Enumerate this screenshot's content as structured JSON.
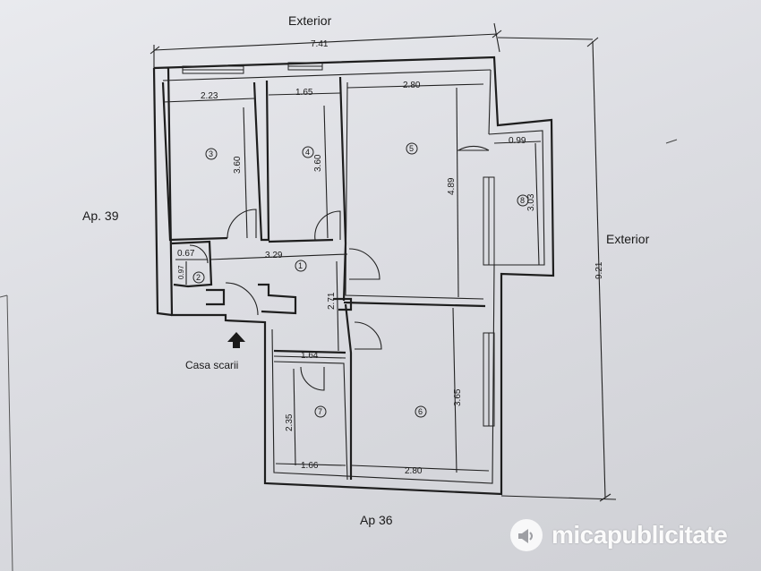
{
  "labels": {
    "exterior_top": "Exterior",
    "exterior_right": "Exterior",
    "ap_left": "Ap. 39",
    "ap_bottom": "Ap 36",
    "stairs": "Casa scarii"
  },
  "dimensions": {
    "total_width": "7.41",
    "total_height": "9.21",
    "room3_width": "2.23",
    "room3_height": "3.60",
    "room4_width": "1.65",
    "room4_height": "3.60",
    "room5_width": "2.80",
    "room5_height": "4.89",
    "room8_width": "0.99",
    "room8_height": "3.03",
    "room2_width": "0.67",
    "room2_height": "0.97",
    "hall_width": "3.29",
    "hall_height": "2.71",
    "room7_width_top": "1.64",
    "room7_width_bottom": "1.66",
    "room7_height": "2.35",
    "room6_width": "2.80",
    "room6_height": "3.65"
  },
  "rooms": {
    "r1": "1",
    "r2": "2",
    "r3": "3",
    "r4": "4",
    "r5": "5",
    "r6": "6",
    "r7": "7",
    "r8": "8"
  },
  "watermark": {
    "text": "micapublicitate",
    "icon": "megaphone-icon"
  }
}
